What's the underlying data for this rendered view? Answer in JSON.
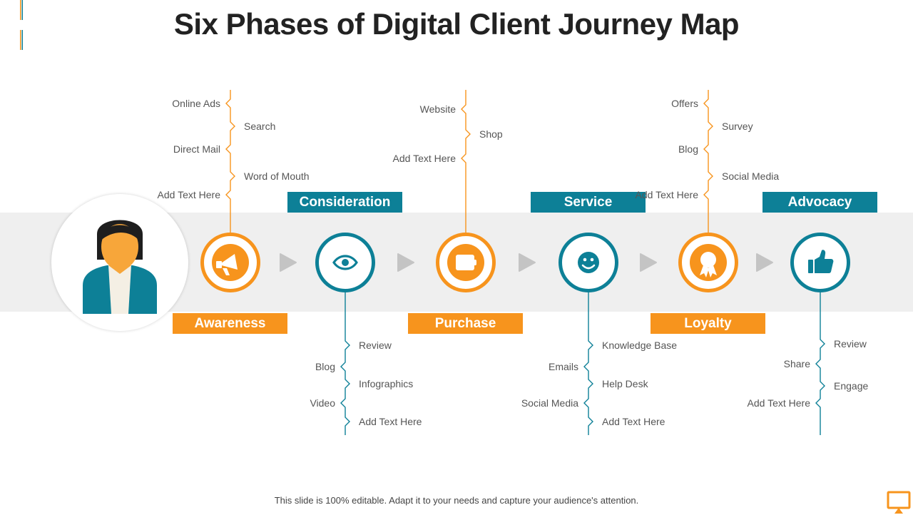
{
  "title": "Six Phases of Digital Client Journey Map",
  "footer": "This slide is 100% editable. Adapt it to your needs and capture your audience's attention.",
  "colors": {
    "orange": "#f7941d",
    "teal": "#0d8097",
    "band": "#efefef",
    "arrow": "#c4c4c4"
  },
  "phases": [
    {
      "name": "Awareness",
      "color": "orange",
      "icon": "megaphone-icon",
      "label_side": "bottom",
      "stem_side": "top",
      "items": [
        {
          "text": "Online Ads",
          "side": "left"
        },
        {
          "text": "Search",
          "side": "right"
        },
        {
          "text": "Direct Mail",
          "side": "left"
        },
        {
          "text": "Word of Mouth",
          "side": "right"
        },
        {
          "text": "Add Text Here",
          "side": "left"
        }
      ]
    },
    {
      "name": "Consideration",
      "color": "teal",
      "icon": "eye-icon",
      "label_side": "top",
      "stem_side": "bottom",
      "items": [
        {
          "text": "Review",
          "side": "right"
        },
        {
          "text": "Blog",
          "side": "left"
        },
        {
          "text": "Infographics",
          "side": "right"
        },
        {
          "text": "Video",
          "side": "left"
        },
        {
          "text": "Add Text Here",
          "side": "right"
        }
      ]
    },
    {
      "name": "Purchase",
      "color": "orange",
      "icon": "wallet-icon",
      "label_side": "bottom",
      "stem_side": "top",
      "items": [
        {
          "text": "Website",
          "side": "left"
        },
        {
          "text": "Shop",
          "side": "right"
        },
        {
          "text": "Add Text Here",
          "side": "left"
        }
      ]
    },
    {
      "name": "Service",
      "color": "teal",
      "icon": "smiley-icon",
      "label_side": "top",
      "stem_side": "bottom",
      "items": [
        {
          "text": "Knowledge Base",
          "side": "right"
        },
        {
          "text": "Emails",
          "side": "left"
        },
        {
          "text": "Help Desk",
          "side": "right"
        },
        {
          "text": "Social Media",
          "side": "left"
        },
        {
          "text": "Add Text Here",
          "side": "right"
        }
      ]
    },
    {
      "name": "Loyalty",
      "color": "orange",
      "icon": "award-ribbon-icon",
      "label_side": "bottom",
      "stem_side": "top",
      "items": [
        {
          "text": "Offers",
          "side": "left"
        },
        {
          "text": "Survey",
          "side": "right"
        },
        {
          "text": "Blog",
          "side": "left"
        },
        {
          "text": "Social Media",
          "side": "right"
        },
        {
          "text": "Add Text Here",
          "side": "left"
        }
      ]
    },
    {
      "name": "Advocacy",
      "color": "teal",
      "icon": "thumbs-up-icon",
      "label_side": "top",
      "stem_side": "bottom",
      "items": [
        {
          "text": "Review",
          "side": "right"
        },
        {
          "text": "Share",
          "side": "left"
        },
        {
          "text": "Engage",
          "side": "right"
        },
        {
          "text": "Add Text Here",
          "side": "left"
        }
      ]
    }
  ]
}
